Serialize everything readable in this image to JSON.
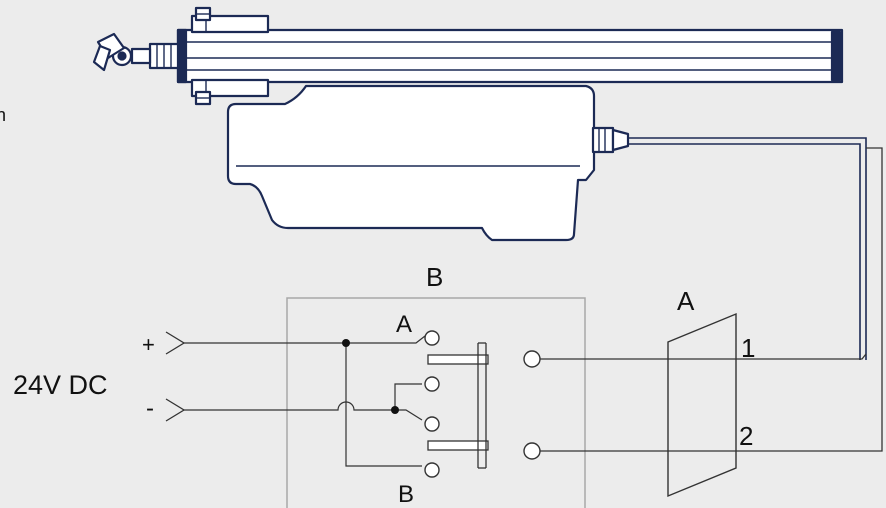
{
  "labels": {
    "left_partial": "n",
    "switch_box": "B",
    "contact_a": "A",
    "contact_b": "B",
    "motor_box": "A",
    "plus": "+",
    "minus": "-",
    "supply": "24V DC",
    "terminal_1": "1",
    "terminal_2": "2"
  },
  "colors": {
    "background": "#ececec",
    "actuator_outline": "#1c2a55",
    "wire": "#333333",
    "box_outline": "#a8a8a8"
  }
}
